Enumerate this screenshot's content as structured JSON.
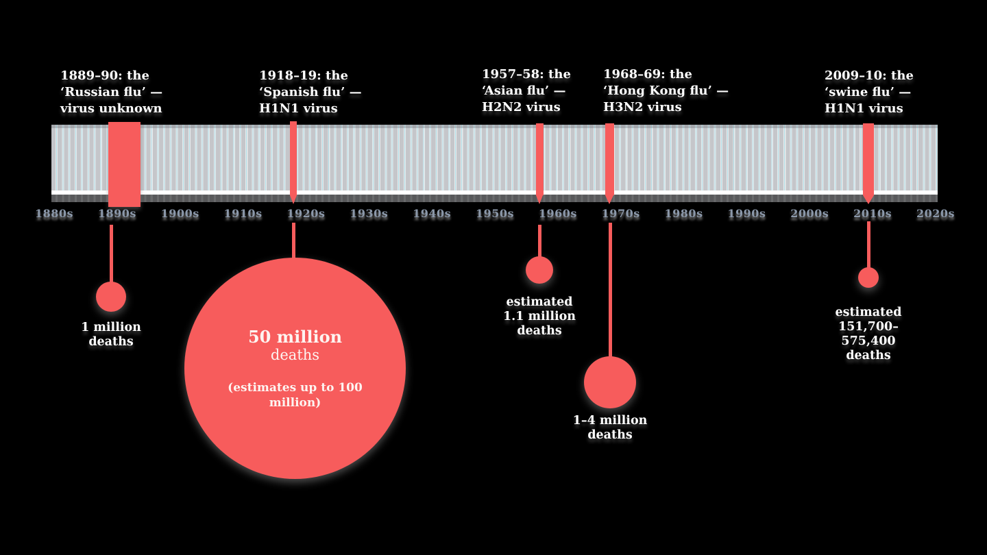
{
  "colors": {
    "accent": "#f75c5c",
    "bar_grey": "#c5c6ca",
    "bar_gap": "#e9edef",
    "bar_cyan": "#aedbe4",
    "decade_label": "#8b98aa",
    "label_white": "#ffffff",
    "background": "#000000"
  },
  "timeline": {
    "decades": [
      "1880s",
      "1890s",
      "1900s",
      "1910s",
      "1920s",
      "1930s",
      "1940s",
      "1950s",
      "1960s",
      "1970s",
      "1980s",
      "1990s",
      "2000s",
      "2010s",
      "2020s"
    ]
  },
  "events": [
    {
      "id": "russian-flu",
      "title_lines": [
        "1889–90: the",
        "‘Russian flu’ —",
        "virus unknown"
      ],
      "deaths_lines": [
        "1 million",
        "deaths"
      ]
    },
    {
      "id": "spanish-flu",
      "title_lines": [
        "1918–19: the",
        "‘Spanish flu’ —",
        "H1N1 virus"
      ],
      "deaths_main": "50 million",
      "deaths_sub": "deaths",
      "deaths_note": "(estimates up to 100 million)"
    },
    {
      "id": "asian-flu",
      "title_lines": [
        "1957–58: the",
        "‘Asian flu’ —",
        "H2N2 virus"
      ],
      "deaths_lines": [
        "estimated",
        "1.1 million",
        "deaths"
      ]
    },
    {
      "id": "hong-kong-flu",
      "title_lines": [
        "1968–69: the",
        "‘Hong Kong flu’ —",
        "H3N2 virus"
      ],
      "deaths_lines": [
        "1–4 million",
        "deaths"
      ]
    },
    {
      "id": "swine-flu",
      "title_lines": [
        "2009–10: the",
        "‘swine flu’ —",
        "H1N1 virus"
      ],
      "deaths_lines": [
        "estimated",
        "151,700–",
        "575,400",
        "deaths"
      ]
    }
  ],
  "chart_data": {
    "type": "timeline",
    "title": "",
    "x_axis": {
      "tick_labels": [
        "1880s",
        "1890s",
        "1900s",
        "1910s",
        "1920s",
        "1930s",
        "1940s",
        "1950s",
        "1960s",
        "1970s",
        "1980s",
        "1990s",
        "2000s",
        "2010s",
        "2020s"
      ],
      "range_years": [
        1880,
        2020
      ]
    },
    "encoding": "circle area proportional to death toll; red band marks on barcode timeline show outbreak years",
    "events": [
      {
        "name": "Russian flu",
        "year_start": 1889,
        "year_end": 1890,
        "deaths_label": "1 million deaths",
        "deaths_value": 1000000
      },
      {
        "name": "Spanish flu",
        "year_start": 1918,
        "year_end": 1919,
        "deaths_label": "50 million deaths (estimates up to 100 million)",
        "deaths_value": 50000000
      },
      {
        "name": "Asian flu",
        "year_start": 1957,
        "year_end": 1958,
        "deaths_label": "estimated 1.1 million deaths",
        "deaths_value": 1100000
      },
      {
        "name": "Hong Kong flu",
        "year_start": 1968,
        "year_end": 1969,
        "deaths_label": "1–4 million deaths",
        "deaths_value": 2500000
      },
      {
        "name": "Swine flu",
        "year_start": 2009,
        "year_end": 2010,
        "deaths_label": "estimated 151,700–575,400 deaths",
        "deaths_value": 363550
      }
    ]
  }
}
